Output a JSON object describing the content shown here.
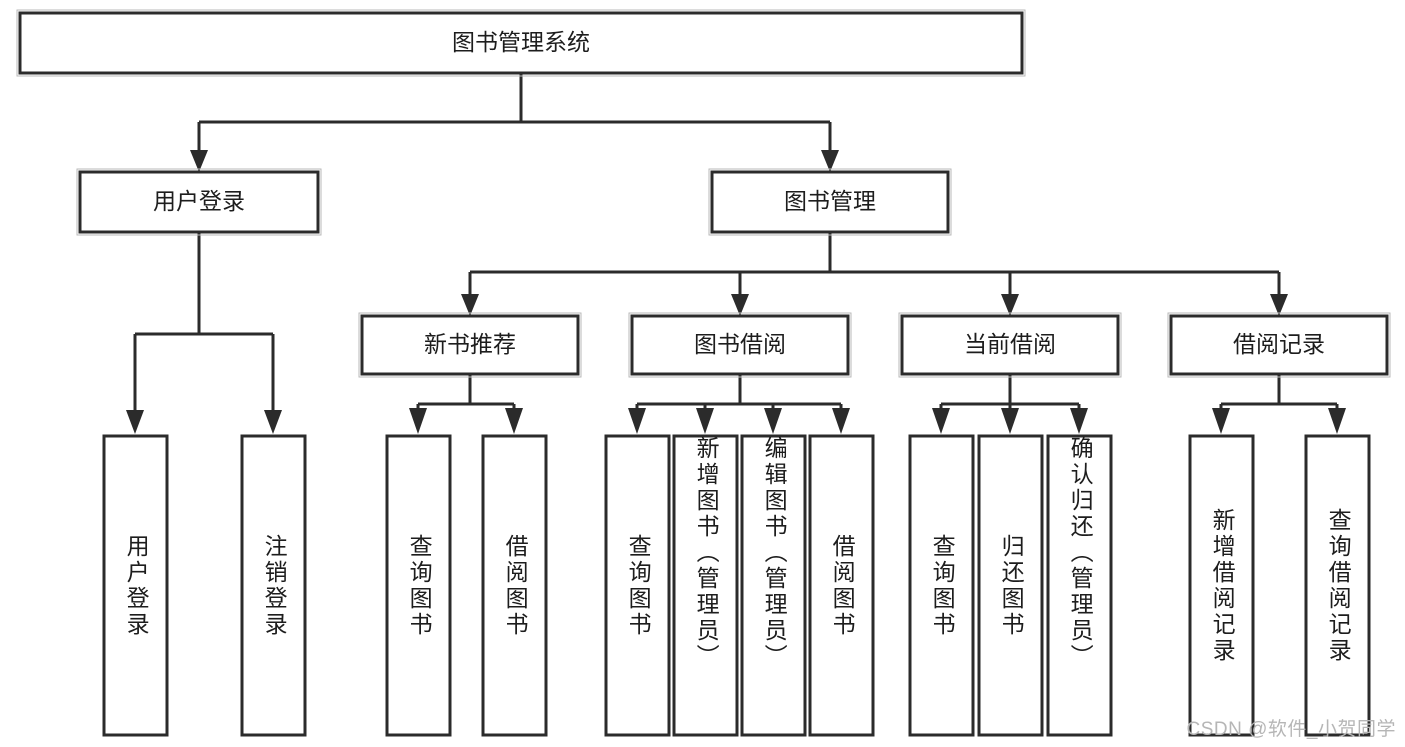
{
  "diagram": {
    "title": "图书管理系统",
    "root": {
      "id": "root",
      "label": "图书管理系统"
    },
    "level2": [
      {
        "id": "user-login",
        "label": "用户登录"
      },
      {
        "id": "book-management",
        "label": "图书管理"
      }
    ],
    "level3": [
      {
        "id": "new-book-recommend",
        "label": "新书推荐"
      },
      {
        "id": "book-borrow",
        "label": "图书借阅"
      },
      {
        "id": "current-borrow",
        "label": "当前借阅"
      },
      {
        "id": "borrow-record",
        "label": "借阅记录"
      }
    ],
    "leaves": {
      "user_login": [
        {
          "id": "leaf-user-login",
          "label": "用户登录"
        },
        {
          "id": "leaf-logout-login",
          "label": "注销登录"
        }
      ],
      "new_book_recommend": [
        {
          "id": "leaf-query-book-1",
          "label": "查询图书"
        },
        {
          "id": "leaf-borrow-book-1",
          "label": "借阅图书"
        }
      ],
      "book_borrow": [
        {
          "id": "leaf-query-book-2",
          "label": "查询图书"
        },
        {
          "id": "leaf-add-book",
          "label": "新增图书（管理员）"
        },
        {
          "id": "leaf-edit-book",
          "label": "编辑图书（管理员）"
        },
        {
          "id": "leaf-borrow-book-2",
          "label": "借阅图书"
        }
      ],
      "current_borrow": [
        {
          "id": "leaf-query-book-3",
          "label": "查询图书"
        },
        {
          "id": "leaf-return-book",
          "label": "归还图书"
        },
        {
          "id": "leaf-confirm-return",
          "label": "确认归还（管理员）"
        }
      ],
      "borrow_record": [
        {
          "id": "leaf-add-borrow-record",
          "label": "新增借阅记录"
        },
        {
          "id": "leaf-query-borrow-record",
          "label": "查询借阅记录"
        }
      ]
    },
    "watermark": "CSDN @软件_小贺同学",
    "colors": {
      "box_stroke": "#2b2b2b",
      "box_fill": "#ffffff",
      "edge": "#2b2b2b",
      "text": "#1d1d1d",
      "watermark": "#b6b6b6",
      "background": "#ffffff"
    }
  }
}
